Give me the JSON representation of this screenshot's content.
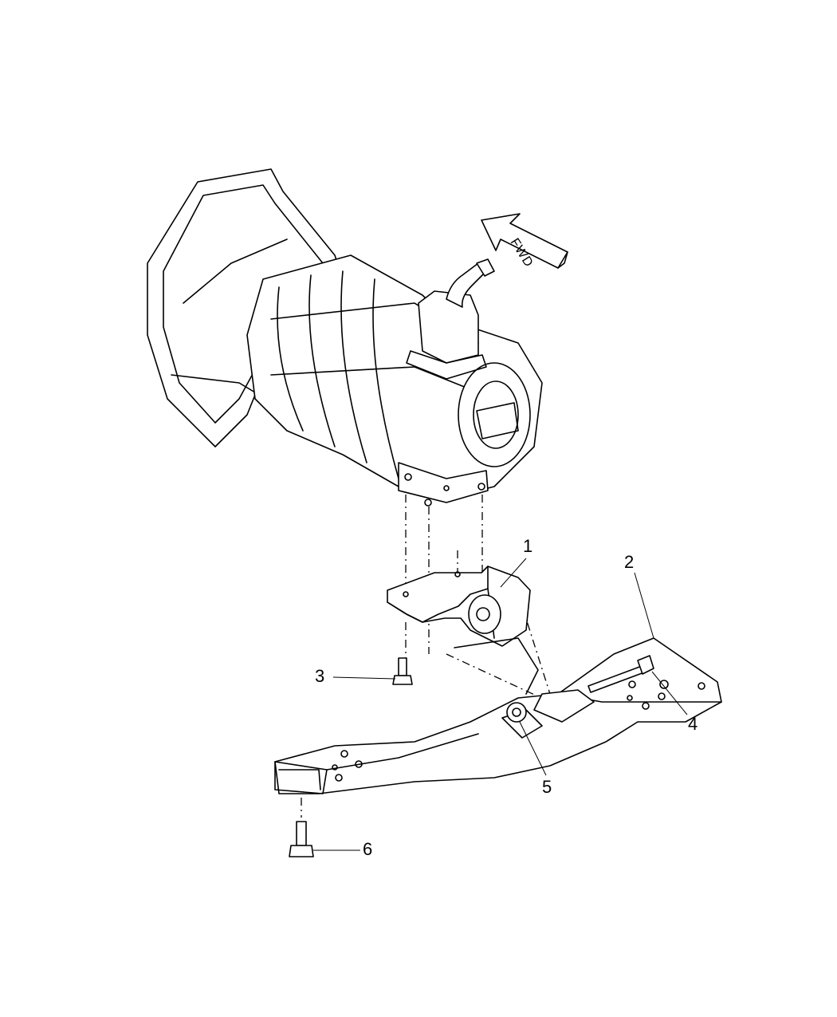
{
  "diagram": {
    "direction_label": "FWD",
    "callouts": [
      {
        "number": "1",
        "part": "mount"
      },
      {
        "number": "2",
        "part": "crossmember"
      },
      {
        "number": "3",
        "part": "bolt"
      },
      {
        "number": "4",
        "part": "through-bolt"
      },
      {
        "number": "5",
        "part": "nut"
      },
      {
        "number": "6",
        "part": "bolt"
      }
    ]
  }
}
